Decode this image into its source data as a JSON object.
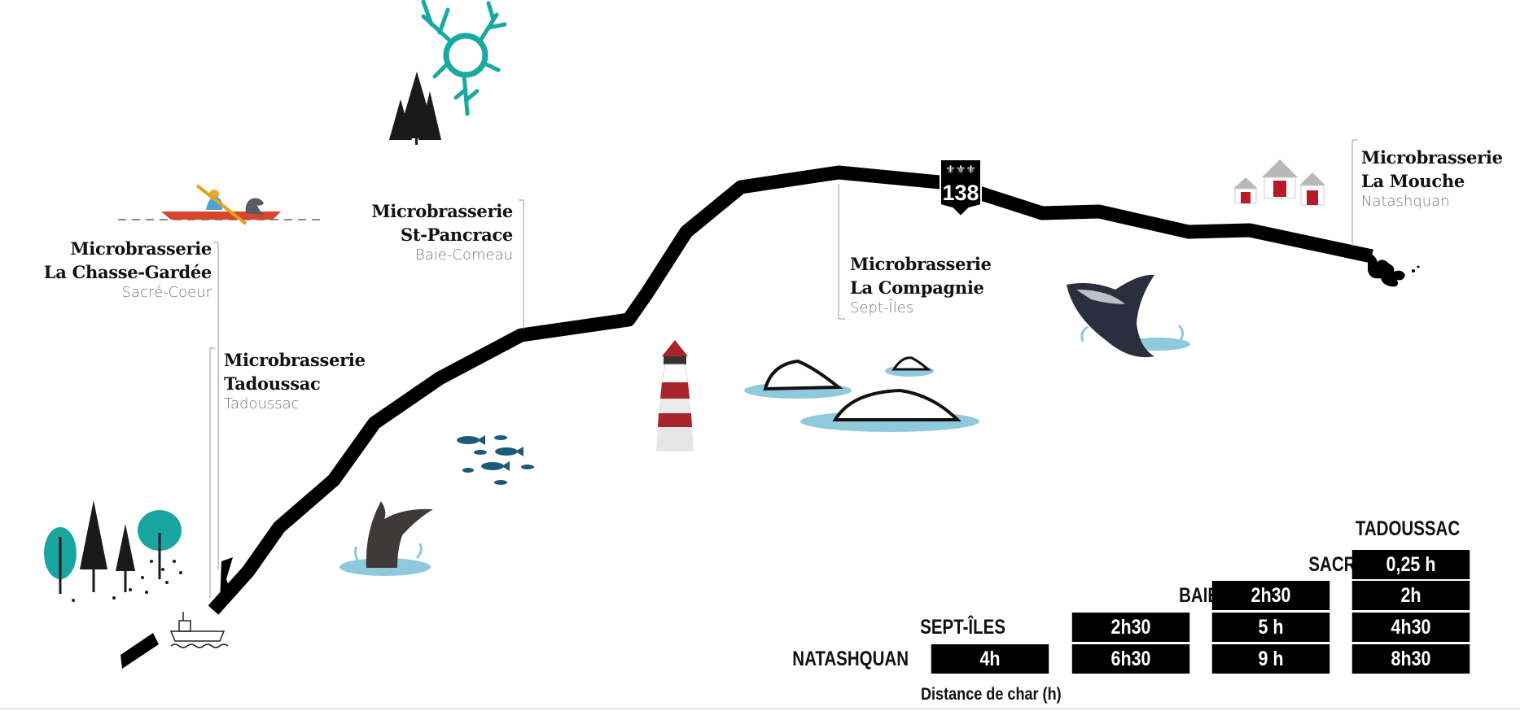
{
  "route_shield": {
    "number": "138",
    "fleurs": "⚜⚜⚜"
  },
  "breweries": [
    {
      "id": "chasse-gardee",
      "line1": "Microbrasserie",
      "line2": "La Chasse-Gardée",
      "city": "Sacré-Coeur"
    },
    {
      "id": "tadoussac",
      "line1": "Microbrasserie",
      "line2": "Tadoussac",
      "city": "Tadoussac"
    },
    {
      "id": "st-pancrace",
      "line1": "Microbrasserie",
      "line2": "St-Pancrace",
      "city": "Baie-Comeau"
    },
    {
      "id": "la-compagnie",
      "line1": "Microbrasserie",
      "line2": "La Compagnie",
      "city": "Sept-Îles"
    },
    {
      "id": "la-mouche",
      "line1": "Microbrasserie",
      "line2": "La Mouche",
      "city": "Natashquan"
    }
  ],
  "distance_table": {
    "caption": "Distance de char (h)",
    "columns": [
      "TADOUSSAC",
      "SACRÉ-COEUR",
      "BAIE-COMEAU",
      "SEPT-ÎLES"
    ],
    "rows": [
      "SACRÉ-COEUR",
      "BAIE-COMEAU",
      "SEPT-ÎLES",
      "NATASHQUAN"
    ],
    "cells": {
      "sacre_coeur": {
        "tadoussac": "0,25 h"
      },
      "baie_comeau": {
        "sacre_coeur": "2h30",
        "tadoussac": "2h"
      },
      "sept_iles": {
        "baie_comeau": "2h30",
        "sacre_coeur": "5 h",
        "tadoussac": "4h30"
      },
      "natashquan": {
        "sept_iles": "4h",
        "baie_comeau": "6h30",
        "sacre_coeur": "9 h",
        "tadoussac": "8h30"
      }
    }
  },
  "icons": [
    "coastline-road",
    "kayak-with-seal-icon",
    "antler-wreath-icon",
    "pine-trees-icon",
    "forest-icon",
    "cargo-ship-icon",
    "whale-tail-icon",
    "fish-school-icon",
    "lighthouse-icon",
    "icebergs-icon",
    "breaching-whale-icon",
    "fishing-huts-icon",
    "route-138-shield-icon"
  ],
  "colors": {
    "road": "#000000",
    "water": "#8fc9dc",
    "lighthouse_red": "#a8232a",
    "kayak": "#d8452b",
    "antler_teal": "#1aa8a2",
    "forest_teal": "#1aa6a0",
    "whale_dark": "#2b2e3f",
    "fish": "#1e5a78",
    "hut_red": "#b71c25"
  }
}
